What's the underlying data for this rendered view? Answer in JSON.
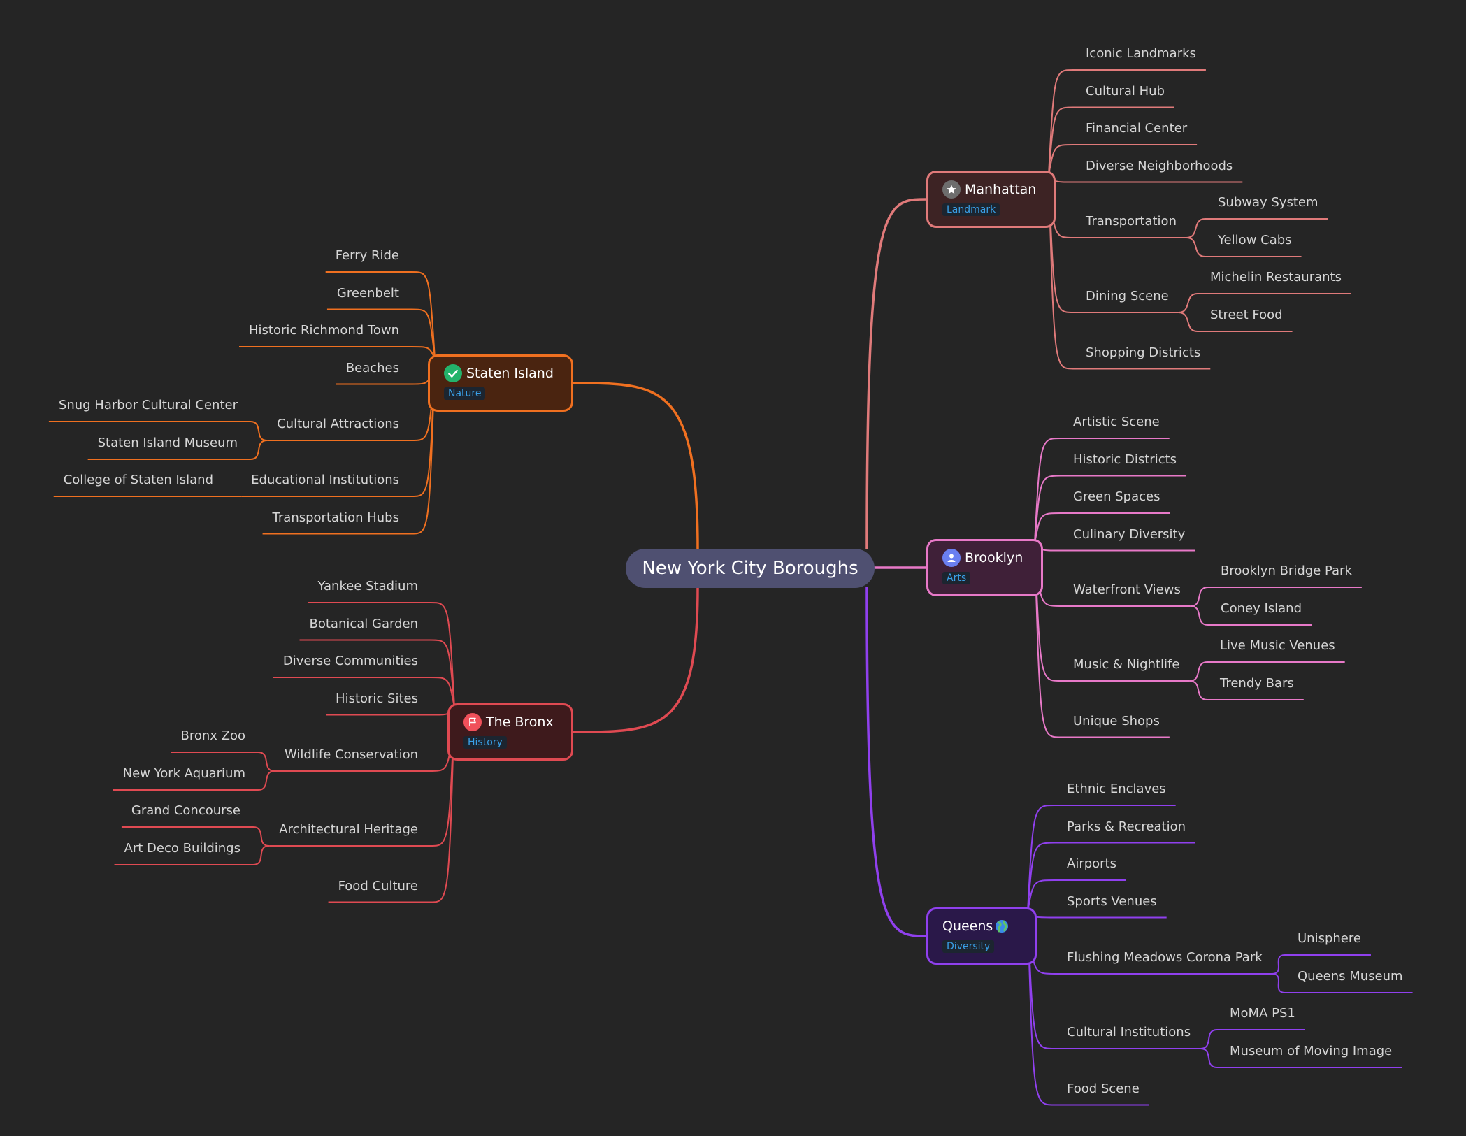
{
  "root": {
    "label": "New York City Boroughs"
  },
  "branches": [
    {
      "id": "manhattan",
      "label": "Manhattan",
      "tag": "Landmark",
      "icon": "star-icon",
      "color": "#e07a7a",
      "fill": "#3d2324",
      "children": [
        {
          "label": "Iconic Landmarks"
        },
        {
          "label": "Cultural Hub"
        },
        {
          "label": "Financial Center"
        },
        {
          "label": "Diverse Neighborhoods"
        },
        {
          "label": "Transportation",
          "children": [
            {
              "label": "Subway System"
            },
            {
              "label": "Yellow Cabs"
            }
          ]
        },
        {
          "label": "Dining Scene",
          "children": [
            {
              "label": "Michelin Restaurants"
            },
            {
              "label": "Street Food"
            }
          ]
        },
        {
          "label": "Shopping Districts"
        }
      ]
    },
    {
      "id": "brooklyn",
      "label": "Brooklyn",
      "tag": "Arts",
      "icon": "person-icon",
      "color": "#e879c8",
      "fill": "#3f2038",
      "children": [
        {
          "label": "Artistic Scene"
        },
        {
          "label": "Historic Districts"
        },
        {
          "label": "Green Spaces"
        },
        {
          "label": "Culinary Diversity"
        },
        {
          "label": "Waterfront Views",
          "children": [
            {
              "label": "Brooklyn Bridge Park"
            },
            {
              "label": "Coney Island"
            }
          ]
        },
        {
          "label": "Music & Nightlife",
          "children": [
            {
              "label": "Live Music Venues"
            },
            {
              "label": "Trendy Bars"
            }
          ]
        },
        {
          "label": "Unique Shops"
        }
      ]
    },
    {
      "id": "queens",
      "label": "Queens",
      "tag": "Diversity",
      "icon": "globe-icon",
      "color": "#9040ee",
      "fill": "#2a1849",
      "children": [
        {
          "label": "Ethnic Enclaves"
        },
        {
          "label": "Parks & Recreation"
        },
        {
          "label": "Airports"
        },
        {
          "label": "Sports Venues"
        },
        {
          "label": "Flushing Meadows Corona Park",
          "children": [
            {
              "label": "Unisphere"
            },
            {
              "label": "Queens Museum"
            }
          ]
        },
        {
          "label": "Cultural Institutions",
          "children": [
            {
              "label": "MoMA PS1"
            },
            {
              "label": "Museum of Moving Image"
            }
          ]
        },
        {
          "label": "Food Scene"
        }
      ]
    },
    {
      "id": "staten-island",
      "label": "Staten Island",
      "tag": "Nature",
      "icon": "check-icon",
      "color": "#f07020",
      "fill": "#4a2410",
      "children": [
        {
          "label": "Ferry Ride"
        },
        {
          "label": "Greenbelt"
        },
        {
          "label": "Historic Richmond Town"
        },
        {
          "label": "Beaches"
        },
        {
          "label": "Cultural Attractions",
          "children": [
            {
              "label": "Snug Harbor Cultural Center"
            },
            {
              "label": "Staten Island Museum"
            }
          ]
        },
        {
          "label": "Educational Institutions",
          "children": [
            {
              "label": "College of Staten Island"
            }
          ]
        },
        {
          "label": "Transportation Hubs"
        }
      ]
    },
    {
      "id": "the-bronx",
      "label": "The Bronx",
      "tag": "History",
      "icon": "flag-icon",
      "color": "#e04a52",
      "fill": "#3e1a1c",
      "children": [
        {
          "label": "Yankee Stadium"
        },
        {
          "label": "Botanical Garden"
        },
        {
          "label": "Diverse Communities"
        },
        {
          "label": "Historic Sites"
        },
        {
          "label": "Wildlife Conservation",
          "children": [
            {
              "label": "Bronx Zoo"
            },
            {
              "label": "New York Aquarium"
            }
          ]
        },
        {
          "label": "Architectural Heritage",
          "children": [
            {
              "label": "Grand Concourse"
            },
            {
              "label": "Art Deco Buildings"
            }
          ]
        },
        {
          "label": "Food Culture"
        }
      ]
    }
  ]
}
